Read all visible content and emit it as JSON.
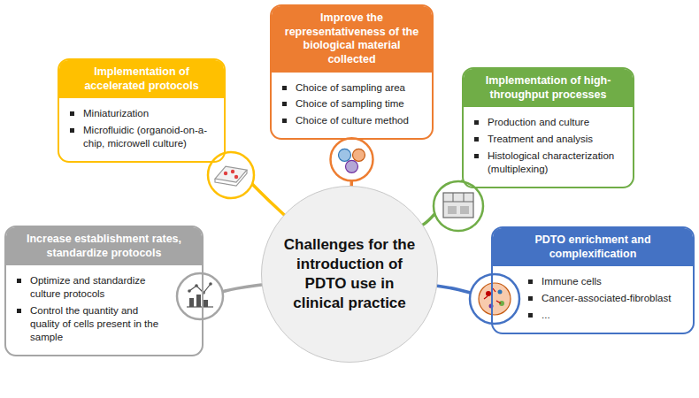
{
  "diagram": {
    "nodes": [
      {
        "text": [
          "Improve the representativeness of the biological material collected",
          "Choice of sampling area",
          "Choice of sampling time",
          "Choice of culture method"
        ]
      },
      {
        "text": [
          "Implementation of accelerated protocols",
          "Miniaturization",
          "Microfluidic (organoid-on-a-chip, microwell culture)"
        ]
      },
      {
        "text": [
          "Implementation of high-throughput processes",
          "Production and culture",
          "Treatment and analysis",
          "Histological characterization (multiplexing)"
        ]
      },
      {
        "text": [
          "Increase establishment rates, standardize protocols",
          "Optimize and standardize culture protocols",
          "Control the quantity and quality of cells present in the sample"
        ]
      },
      {
        "text": [
          "Challenges for the introduction of PDTO use in clinical practice"
        ]
      },
      {
        "text": [
          "PDTO enrichment and complexification",
          "Immune cells",
          "Cancer-associated-fibroblast",
          "..."
        ]
      }
    ],
    "edges": [
      {
        "from": 4,
        "to": 0,
        "arrow": "none"
      },
      {
        "from": 4,
        "to": 1,
        "arrow": "none"
      },
      {
        "from": 4,
        "to": 2,
        "arrow": "none"
      },
      {
        "from": 4,
        "to": 3,
        "arrow": "none"
      },
      {
        "from": 4,
        "to": 5,
        "arrow": "none"
      }
    ]
  }
}
